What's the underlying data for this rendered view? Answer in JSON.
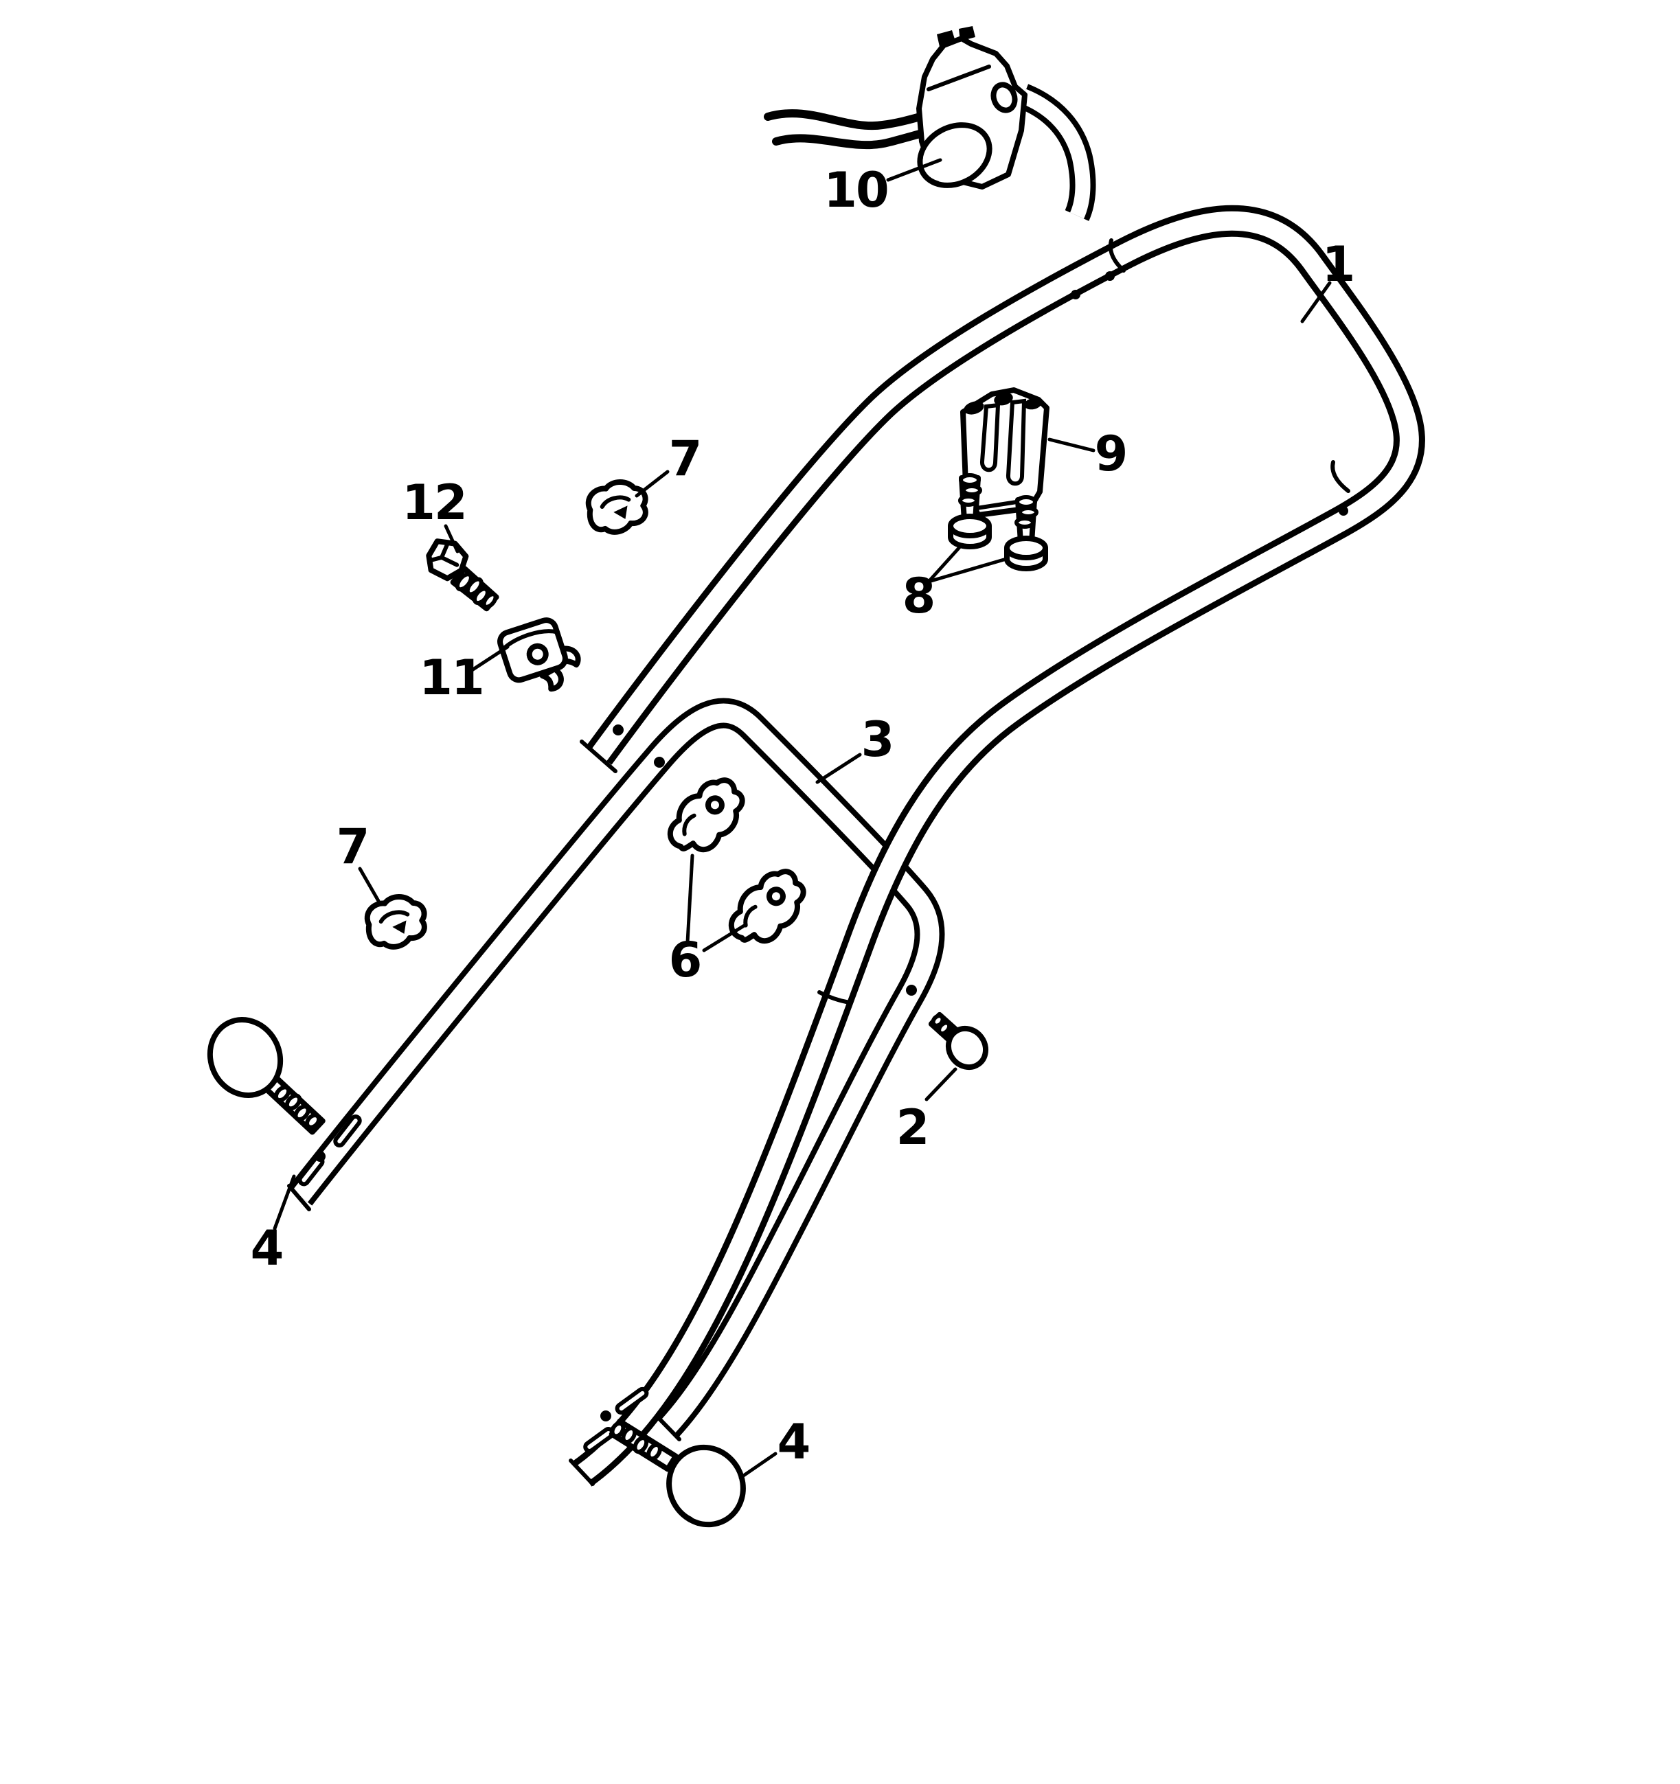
{
  "diagram": {
    "type": "exploded-parts-diagram",
    "subject": "lawnmower handle assembly",
    "background_color": "#ffffff",
    "line_color": "#000000"
  },
  "callouts": {
    "c1": {
      "number": "1",
      "part": "upper-handle-tube"
    },
    "c2": {
      "number": "2",
      "part": "round-head-screw"
    },
    "c3": {
      "number": "3",
      "part": "lower-handle-tube"
    },
    "c4a": {
      "number": "4",
      "part": "handle-knob-washer-screw-left"
    },
    "c4b": {
      "number": "4",
      "part": "handle-knob-washer-screw-bottom"
    },
    "c6": {
      "number": "6",
      "part": "cable-clips-pair"
    },
    "c7a": {
      "number": "7",
      "part": "cable-clip-upper"
    },
    "c7b": {
      "number": "7",
      "part": "cable-clip-lower"
    },
    "c8": {
      "number": "8",
      "part": "washer-screws-pair"
    },
    "c9": {
      "number": "9",
      "part": "cable-guide-bracket"
    },
    "c10": {
      "number": "10",
      "part": "switch-box-with-cable"
    },
    "c11": {
      "number": "11",
      "part": "clamp-plate-clip"
    },
    "c12": {
      "number": "12",
      "part": "hex-head-screw"
    }
  }
}
